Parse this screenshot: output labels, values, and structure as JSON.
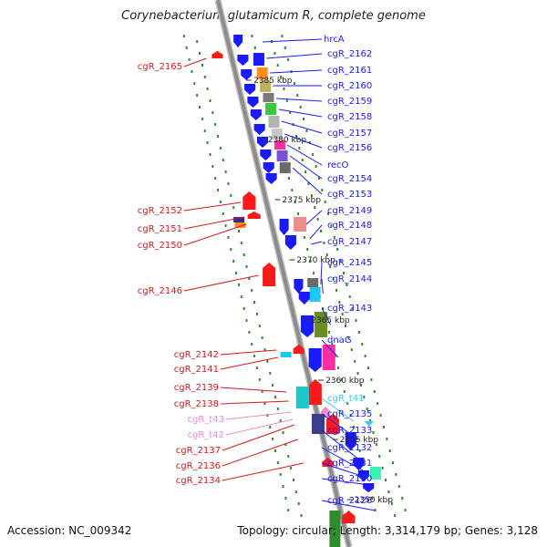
{
  "title": "Corynebacterium glutamicum R, complete genome",
  "footer": {
    "accession": "Accession: NC_009342",
    "summary": "Topology: circular; Length: 3,314,179 bp; Genes: 3,128"
  },
  "colors": {
    "backbone": "#8c8c8c",
    "dots": "#2e8b2e",
    "forward_gene": "#1a1aff",
    "reverse_gene": "#ff1a1a",
    "trna_label": "#3ccbeb",
    "trna_label_rev": "#f08ccb"
  },
  "scale_labels": [
    "2385 kbp",
    "2380 kbp",
    "2375 kbp",
    "2370 kbp",
    "2365 kbp",
    "2360 kbp",
    "2355 kbp",
    "2350 kbp"
  ],
  "right_labels": [
    "hrcA",
    "cgR_2162",
    "cgR_2161",
    "cgR_2160",
    "cgR_2159",
    "cgR_2158",
    "cgR_2157",
    "cgR_2156",
    "recO",
    "cgR_2154",
    "cgR_2153",
    "cgR_2149",
    "cgR_2148",
    "cgR_2147",
    "cgR_2145",
    "cgR_2144",
    "cgR_2143",
    "dnaG",
    "cgR_t41",
    "cgR_2135",
    "cgR_2133",
    "cgR_2132",
    "cgR_2131",
    "cgR_2130",
    "cgR_2126"
  ],
  "left_labels": [
    "cgR_2165",
    "cgR_2152",
    "cgR_2151",
    "cgR_2150",
    "cgR_2146",
    "cgR_2142",
    "cgR_2141",
    "cgR_2139",
    "cgR_2138",
    "cgR_t43",
    "cgR_t42",
    "cgR_2137",
    "cgR_2136",
    "cgR_2134"
  ]
}
